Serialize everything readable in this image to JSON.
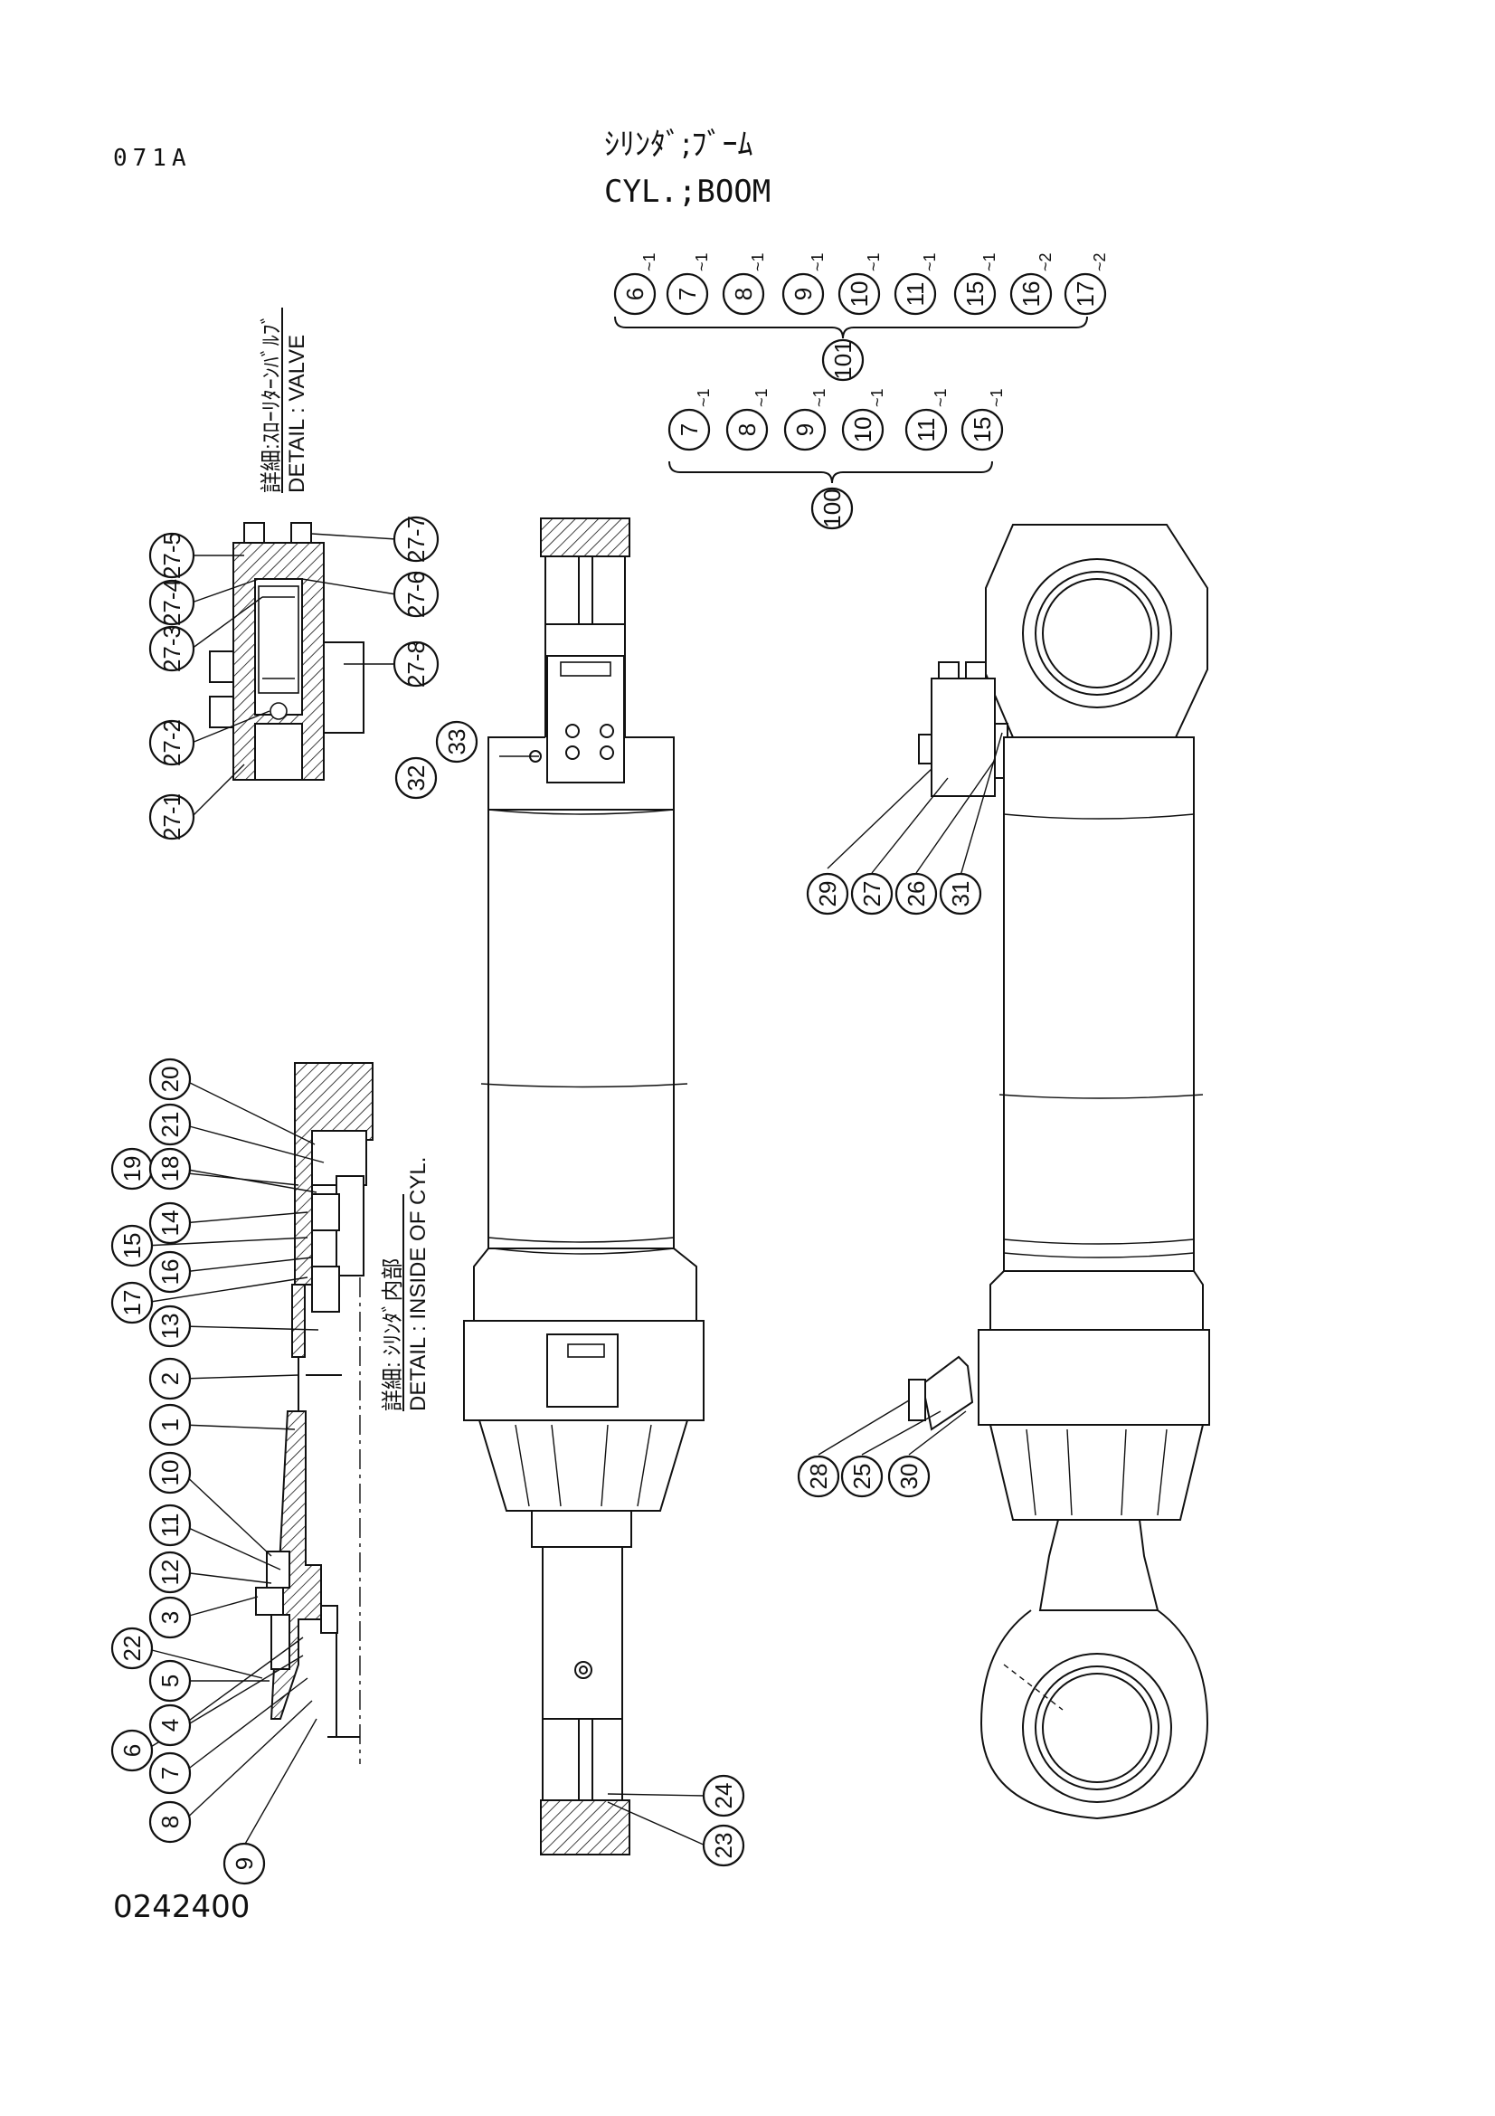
{
  "header": {
    "page_code": "071A",
    "title_jp": "ｼﾘﾝﾀﾞ;ﾌﾞｰﾑ",
    "title_en": "CYL.;BOOM"
  },
  "footer": {
    "drawing_no": "0242400"
  },
  "detail_labels": {
    "valve_jp": "詳細:ｽﾛｰﾘﾀｰﾝﾊﾞﾙﾌﾞ",
    "valve_en": "DETAIL : VALVE",
    "inside_jp": "詳細: ｼﾘﾝﾀﾞ内部",
    "inside_en": "DETAIL : INSIDE OF CYL."
  },
  "kit_101": {
    "label": "101",
    "items": [
      {
        "n": "6",
        "s": "~1"
      },
      {
        "n": "7",
        "s": "~1"
      },
      {
        "n": "8",
        "s": "~1"
      },
      {
        "n": "9",
        "s": "~1"
      },
      {
        "n": "10",
        "s": "~1"
      },
      {
        "n": "11",
        "s": "~1"
      },
      {
        "n": "15",
        "s": "~1"
      },
      {
        "n": "16",
        "s": "~2"
      },
      {
        "n": "17",
        "s": "~2"
      }
    ]
  },
  "kit_100": {
    "label": "100",
    "items": [
      {
        "n": "7",
        "s": "~1"
      },
      {
        "n": "8",
        "s": "~1"
      },
      {
        "n": "9",
        "s": "~1"
      },
      {
        "n": "10",
        "s": "~1"
      },
      {
        "n": "11",
        "s": "~1"
      },
      {
        "n": "15",
        "s": "~1"
      }
    ]
  },
  "valve_callouts": [
    "27-5",
    "27-4",
    "27-3",
    "27-2",
    "27-1",
    "27-7",
    "27-6",
    "27-8"
  ],
  "inside_callouts": [
    "20",
    "21",
    "19",
    "18",
    "14",
    "15",
    "16",
    "17",
    "13",
    "2",
    "1",
    "10",
    "11",
    "12",
    "3",
    "22",
    "5",
    "4",
    "6",
    "7",
    "8",
    "9"
  ],
  "mid_callouts": [
    "33",
    "32",
    "24",
    "23"
  ],
  "side_callouts_top": [
    "29",
    "27",
    "26",
    "31"
  ],
  "side_callouts_bottom": [
    "28",
    "25",
    "30"
  ]
}
